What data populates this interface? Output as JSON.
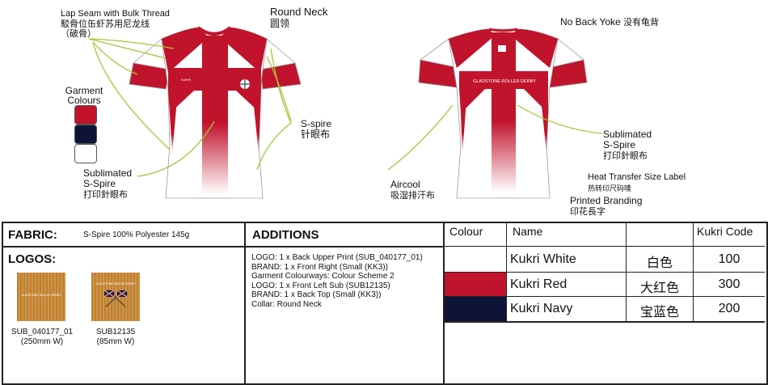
{
  "annotations": {
    "lap_seam_en": "Lap Seam with Bulk Thread",
    "lap_seam_cn": "駁骨位缶虾苏用尼龙线",
    "lap_seam_cn2": "（破骨）",
    "round_neck_en": "Round Neck",
    "round_neck_cn": "圆领",
    "garment_colours_1": "Garment",
    "garment_colours_2": "Colours",
    "sspire_front_en": "S-spire",
    "sspire_front_cn": "针眼布",
    "sublimated_front_1": "Sublimated",
    "sublimated_front_2": "S-Spire",
    "sublimated_front_cn": "打印針眼布",
    "no_back_yoke_en": "No Back Yoke",
    "no_back_yoke_cn": "没有龟背",
    "sublimated_back_1": "Sublimated",
    "sublimated_back_2": "S-Spire",
    "sublimated_back_cn": "打印針眼布",
    "heat_transfer_en": "Heat Transfer Size Label",
    "heat_transfer_cn": "热转印尺码唛",
    "aircool_en": "Aircool",
    "aircool_cn": "吸湿排汗布",
    "printed_branding_en": "Printed Branding",
    "printed_branding_cn": "印花長字",
    "shirt_front_chest_text": "KUKRI",
    "shirt_back_text": "GLADSTONE ROLLER DERBY"
  },
  "garment_colours": [
    "#c1132c",
    "#0d1436",
    "#ffffff"
  ],
  "fabric": {
    "label": "FABRIC:",
    "value": "S-Spire 100% Polyester 145g"
  },
  "logos": {
    "label": "LOGOS:",
    "items": [
      {
        "art_text": "GLADSTONE ROLLER DERBY",
        "code": "SUB_040177_01",
        "size": "(250mm W)"
      },
      {
        "art_text": "GLADSTONE ROLLER DERBY",
        "code": "SUB12135",
        "size": "(85mm W)"
      }
    ]
  },
  "additions": {
    "label": "ADDITIONS",
    "lines": [
      "LOGO: 1 x Back Upper Print (SUB_040177_01)",
      "BRAND: 1 x Front Right (Small (KK3))",
      "Garment Colourways: Colour Scheme 2",
      "LOGO: 1 x Front Left Sub (SUB12135)",
      "BRAND: 1 x Back Top (Small (KK3))",
      "Collar: Round Neck"
    ]
  },
  "colour_table": {
    "headers": [
      "Colour",
      "Name",
      "",
      "Kukri Code"
    ],
    "rows": [
      {
        "color": "#ffffff",
        "name": "Kukri White",
        "cn": "白色",
        "code": "100"
      },
      {
        "color": "#c1132c",
        "name": "Kukri Red",
        "cn": "大红色",
        "code": "300"
      },
      {
        "color": "#0d1436",
        "name": "Kukri Navy",
        "cn": "宝蓝色",
        "code": "200"
      }
    ]
  }
}
